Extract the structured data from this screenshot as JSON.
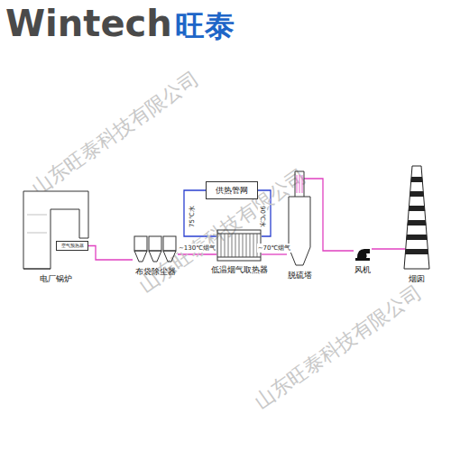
{
  "diagram": {
    "nodes": [
      {
        "text": [
          "电厂锅炉"
        ]
      },
      {
        "text": [
          "空气预热器"
        ],
        "in": 0
      },
      {
        "text": [
          "布袋除尘器"
        ]
      },
      {
        "text": [
          "低温烟气取热器"
        ]
      },
      {
        "text": [
          "供热管网"
        ]
      },
      {
        "text": [
          "脱硫塔"
        ]
      },
      {
        "text": [
          "风机"
        ]
      },
      {
        "text": [
          "烟囱"
        ]
      }
    ],
    "edges": [
      {
        "from": 1,
        "to": 2,
        "arrow": "none"
      },
      {
        "from": 2,
        "to": 3,
        "label": "~130℃烟气",
        "arrow": "none"
      },
      {
        "from": 3,
        "to": 4,
        "label": "75℃水",
        "arrow": "none"
      },
      {
        "from": 4,
        "to": 3,
        "label": "90℃水",
        "arrow": "none"
      },
      {
        "from": 3,
        "to": 5,
        "label": "~70℃烟气",
        "arrow": "none"
      },
      {
        "from": 5,
        "to": 6,
        "arrow": "none"
      },
      {
        "from": 6,
        "to": 7,
        "arrow": "none"
      }
    ],
    "labels": [
      "Wintech",
      "旺泰",
      "山东旺泰科技有限公司",
      "山东旺泰科技有限公司",
      "山东旺泰科技有限公司"
    ]
  }
}
